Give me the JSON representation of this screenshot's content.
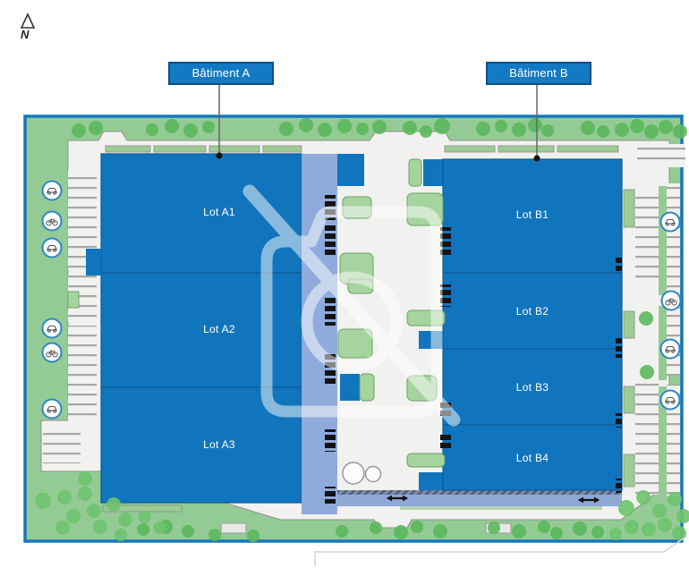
{
  "north": {
    "label": "N"
  },
  "buildings": [
    {
      "name": "Bâtiment A",
      "lots": [
        "Lot A1",
        "Lot A2",
        "Lot A3"
      ]
    },
    {
      "name": "Bâtiment B",
      "lots": [
        "Lot B1",
        "Lot B2",
        "Lot B3",
        "Lot B4"
      ]
    }
  ],
  "icons": {
    "north_arrow": "north-arrow",
    "car_parking": "car-icon",
    "bike_parking": "bicycle-icon",
    "watermark": "no-photo-icon",
    "road_arrows": "two-way-arrow-icon"
  },
  "colors": {
    "building_fill": "#1175bd",
    "building_line": "#0d5a94",
    "canopy": "#8fabdb",
    "site_green": "#94cb94",
    "tree_green": "#5cb85c",
    "island_green": "#a6d49f",
    "pavement": "#f1f1ef",
    "boundary_blue": "#1778bd",
    "road_blue": "#8ea9d6",
    "label_bg": "#1379c2",
    "label_border": "#0b4f85"
  }
}
